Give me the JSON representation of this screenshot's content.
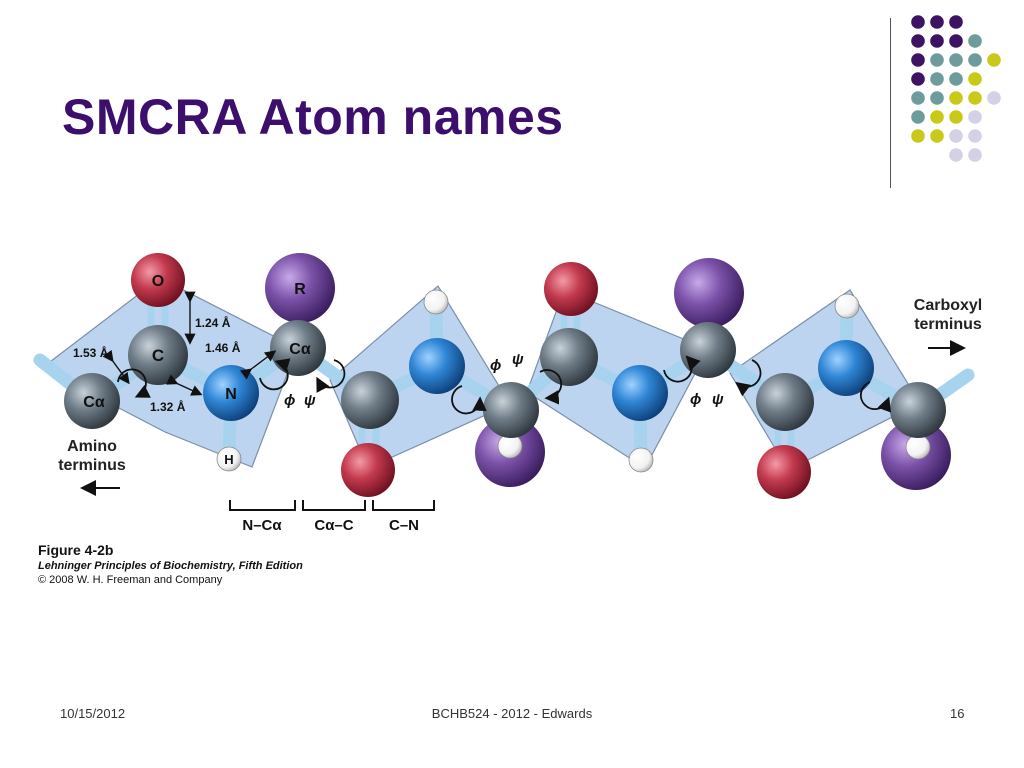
{
  "slide": {
    "title": "SMCRA Atom names",
    "footer": {
      "date": "10/15/2012",
      "center": "BCHB524 - 2012 - Edwards",
      "page": "16"
    }
  },
  "colors": {
    "title": "#3b0f6b",
    "dot_purple": "#3d1464",
    "dot_teal": "#6e9c9c",
    "dot_yellow": "#c9c91a",
    "dot_lavender": "#d4d0e6",
    "plane": "#bcd4ef",
    "oxygen": "#c33a4e",
    "nitrogen": "#2f86d6",
    "carbon": "#6f7d88",
    "r_group": "#7b52a8",
    "hydrogen": "#ffffff",
    "bond": "#a8d3ef"
  },
  "figure": {
    "atom_labels": {
      "o": "O",
      "r": "R",
      "c": "C",
      "ca": "Cα",
      "n": "N",
      "h": "H"
    },
    "bond_lengths": {
      "co": "1.24 Å",
      "cac": "1.53 Å",
      "nca": "1.46 Å",
      "cn": "1.32 Å"
    },
    "torsions": {
      "phi": "ϕ",
      "psi": "ψ"
    },
    "terminus": {
      "amino_1": "Amino",
      "amino_2": "terminus",
      "carboxyl_1": "Carboxyl",
      "carboxyl_2": "terminus"
    },
    "bond_groups": [
      "N–Cα",
      "Cα–C",
      "C–N"
    ],
    "caption": {
      "figure": "Figure 4-2b",
      "book": "Lehninger Principles of Biochemistry, Fifth Edition",
      "copyright": "© 2008 W. H. Freeman and Company"
    }
  },
  "decoration": {
    "dots": [
      [
        "purple",
        "purple",
        "purple"
      ],
      [
        "purple",
        "purple",
        "purple",
        "teal"
      ],
      [
        "purple",
        "teal",
        "teal",
        "teal",
        "yellow"
      ],
      [
        "purple",
        "teal",
        "teal",
        "yellow"
      ],
      [
        "teal",
        "teal",
        "yellow",
        "yellow",
        "lavender"
      ],
      [
        "teal",
        "yellow",
        "yellow",
        "lavender"
      ],
      [
        "yellow",
        "yellow",
        "lavender",
        "lavender"
      ],
      [
        "lavender",
        "lavender"
      ]
    ]
  }
}
